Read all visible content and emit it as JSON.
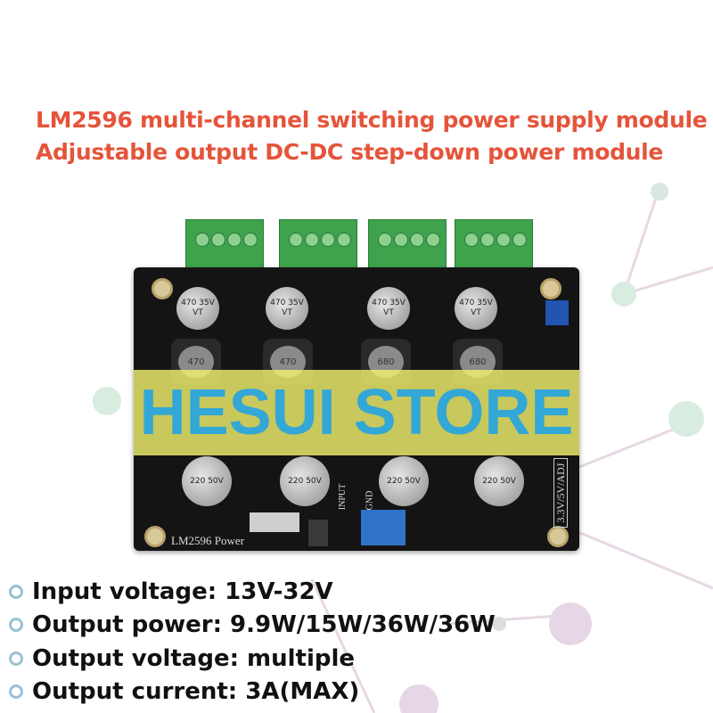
{
  "title_lines": [
    "LM2596 multi-channel switching power supply module",
    "Adjustable output DC-DC step-down power module"
  ],
  "watermark": "HESUI STORE",
  "board": {
    "silkscreen_left": "LM2596 Power",
    "silkscreen_right": "3.3V/5V/ADJ",
    "input_label": "INPUT",
    "gnd_label": "GND",
    "input_caps": [
      "470 35V VT",
      "470 35V VT",
      "470 35V VT",
      "470 35V VT"
    ],
    "inductors": [
      "470",
      "470",
      "680",
      "680"
    ],
    "output_caps": [
      "220 50V",
      "220 50V",
      "220 50V",
      "220 50V"
    ]
  },
  "specs": [
    "Input voltage: 13V-32V",
    "Output power: 9.9W/15W/36W/36W",
    "Output voltage: multiple",
    "Output current: 3A(MAX)"
  ],
  "colors": {
    "title": "#e5543a",
    "watermark_text": "#33a7d6",
    "watermark_band": "#f0f06e",
    "terminals": "#3fa34d",
    "pcb": "#141414"
  }
}
